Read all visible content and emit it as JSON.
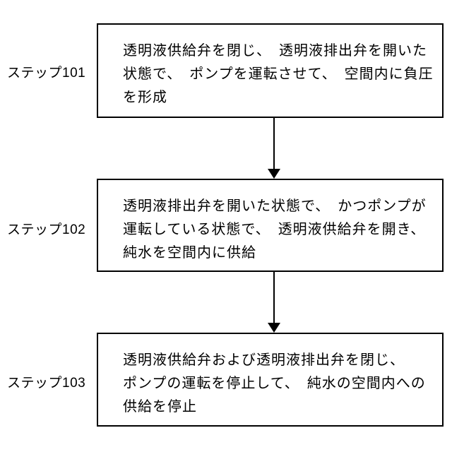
{
  "figure": {
    "colors": {
      "background": "#ffffff",
      "line": "#000000",
      "text": "#000000"
    },
    "steps": [
      {
        "label": "ステップ101",
        "lines": [
          "透明液供給弁を閉じ、　透明液排出弁を開いた",
          "状態で、　ポンプを運転させて、　空間内に負圧",
          "を形成"
        ]
      },
      {
        "label": "ステップ102",
        "lines": [
          "透明液排出弁を開いた状態で、　かつポンプが",
          "運転している状態で、　透明液供給弁を開き、",
          "純水を空間内に供給"
        ]
      },
      {
        "label": "ステップ103",
        "lines": [
          "透明液供給弁および透明液排出弁を閉じ、",
          "ポンプの運転を停止して、　純水の空間内への",
          "供給を停止"
        ]
      }
    ]
  }
}
